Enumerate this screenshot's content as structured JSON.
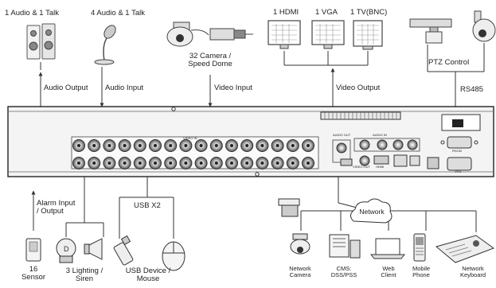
{
  "peripherals": {
    "audio_top": "1 Audio  & 1 Talk",
    "audio_mic": "4 Audio & 1 Talk",
    "camera": [
      "32 Camera /",
      "Speed Dome"
    ],
    "hdmi": "1  HDMI",
    "vga": "1 VGA",
    "tv": "1 TV(BNC)",
    "ptz": "PTZ Control",
    "rs485": "RS485"
  },
  "connections": {
    "audio_output": "Audio  Output",
    "audio_input": "Audio  Input",
    "video_input": "Video Input",
    "video_output": "Video Output",
    "alarm": [
      "Alarm Input",
      "/ Output"
    ],
    "usb": "USB X2"
  },
  "bottom": {
    "sensor": [
      "16",
      "Sensor"
    ],
    "lighting": [
      "3 Lighting /",
      "Siren"
    ],
    "usb_device": [
      "USB Device /",
      "Mouse"
    ],
    "network": "Network",
    "net_camera": [
      "Network",
      "Camera"
    ],
    "cms": [
      "CMS:",
      "DSS/PSS"
    ],
    "web": [
      "Web",
      "Client"
    ],
    "mobile": [
      "Mobile",
      "Phone"
    ],
    "keyboard": [
      "Network",
      "Keyboard"
    ]
  },
  "panel": {
    "video_in": "VIDEO IN",
    "audio_in": "AUDIO IN",
    "audio_out": "AUDIO OUT",
    "video_out": "VIDEO OUT",
    "hdmi": "HDMI",
    "vga": "VGA",
    "rs232": "RS232"
  }
}
